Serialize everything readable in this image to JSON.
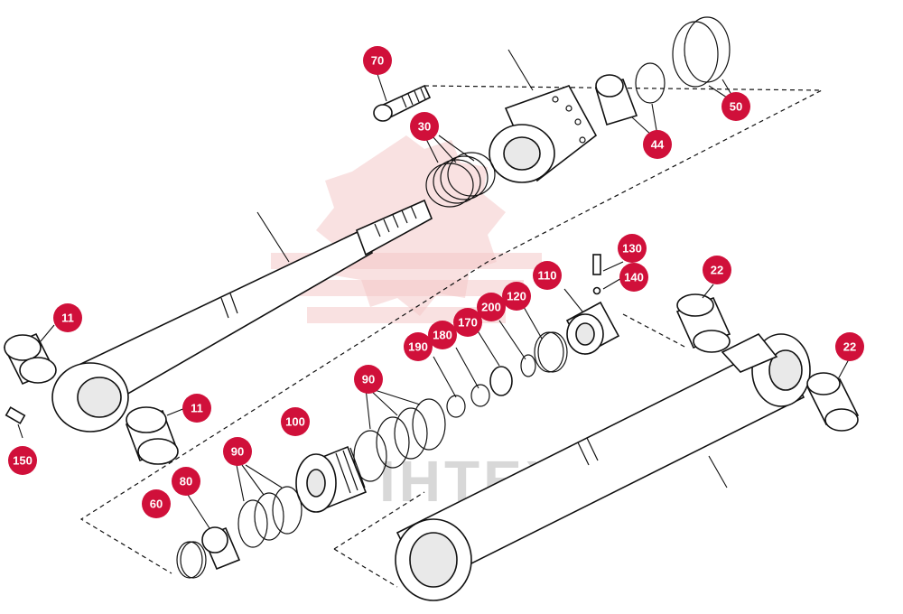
{
  "diagram": {
    "watermark": "IHTEX",
    "callouts": [
      {
        "id": "70",
        "label": "70"
      },
      {
        "id": "30",
        "label": "30"
      },
      {
        "id": "44",
        "label": "44"
      },
      {
        "id": "50",
        "label": "50"
      },
      {
        "id": "130",
        "label": "130"
      },
      {
        "id": "140",
        "label": "140"
      },
      {
        "id": "110",
        "label": "110"
      },
      {
        "id": "200",
        "label": "200"
      },
      {
        "id": "120",
        "label": "120"
      },
      {
        "id": "170",
        "label": "170"
      },
      {
        "id": "180",
        "label": "180"
      },
      {
        "id": "190",
        "label": "190"
      },
      {
        "id": "22a",
        "label": "22"
      },
      {
        "id": "22b",
        "label": "22"
      },
      {
        "id": "11a",
        "label": "11"
      },
      {
        "id": "11b",
        "label": "11"
      },
      {
        "id": "90a",
        "label": "90"
      },
      {
        "id": "90b",
        "label": "90"
      },
      {
        "id": "100",
        "label": "100"
      },
      {
        "id": "150",
        "label": "150"
      },
      {
        "id": "80",
        "label": "80"
      },
      {
        "id": "60",
        "label": "60"
      }
    ]
  }
}
